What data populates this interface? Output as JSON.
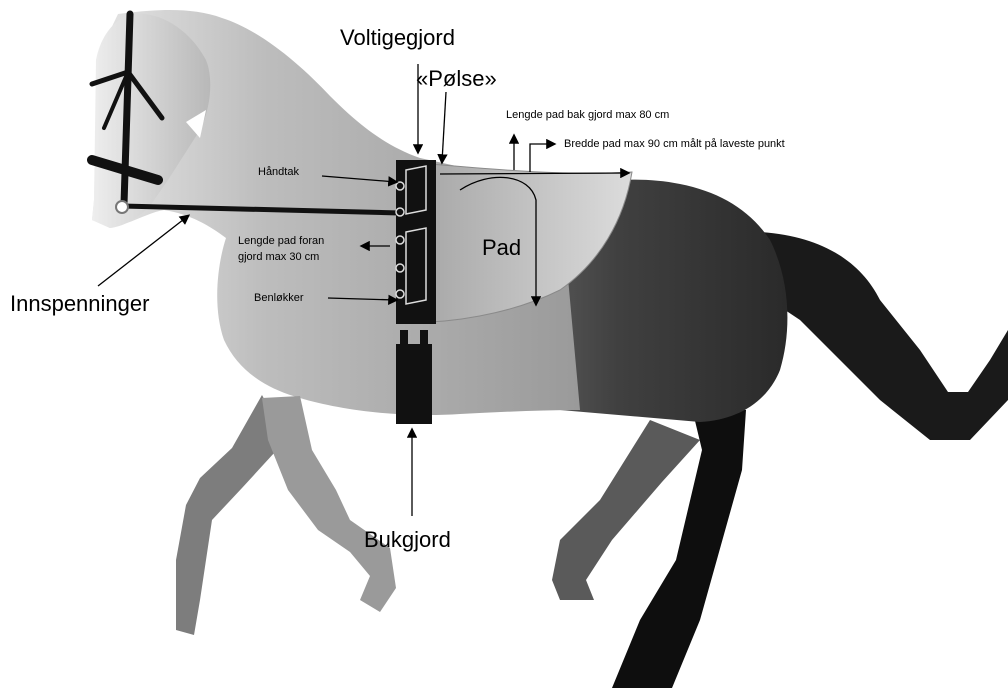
{
  "labels": {
    "voltigegjord": "Voltigegjord",
    "polse": "«Pølse»",
    "lengde_bak": "Lengde pad bak gjord max 80 cm",
    "bredde": "Bredde pad max 90 cm målt på laveste punkt",
    "handtak": "Håndtak",
    "lengde_foran_1": "Lengde pad foran",
    "lengde_foran_2": "gjord max 30 cm",
    "benlokker": "Benløkker",
    "pad": "Pad",
    "innspenninger": "Innspenninger",
    "bukgjord": "Bukgjord"
  },
  "colors": {
    "horse_front": "#b3b3b3",
    "horse_rear": "#3f3f3f",
    "pad": "#c4c4c4",
    "tack": "#111111"
  }
}
